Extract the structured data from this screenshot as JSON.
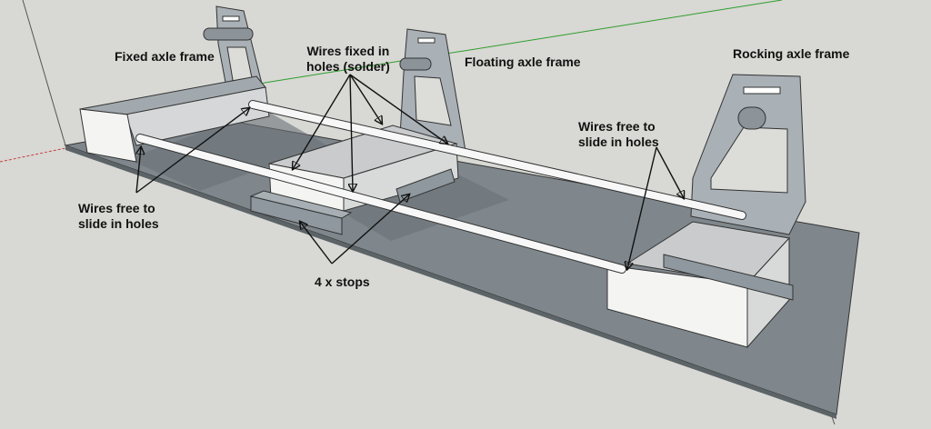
{
  "labels": {
    "fixed_axle_frame": "Fixed axle frame",
    "wires_fixed_line1": "Wires fixed in",
    "wires_fixed_line2": "holes (solder)",
    "floating_axle_frame": "Floating axle frame",
    "rocking_axle_frame": "Rocking axle frame",
    "wires_free_right_line1": "Wires free to",
    "wires_free_right_line2": "slide in holes",
    "wires_free_left_line1": "Wires free to",
    "wires_free_left_line2": "slide in holes",
    "stops": "4 x stops"
  },
  "colors": {
    "background": "#d8d8d4",
    "base_plate": "#7f878c",
    "frame_white": "#f4f4f2",
    "frame_shade": "#c9cbcc",
    "bracket": "#a9b0b6",
    "wire": "#f7f7f7",
    "stop": "#8e989e",
    "axis_green": "#2e9e2e",
    "axis_red": "#c84040"
  }
}
